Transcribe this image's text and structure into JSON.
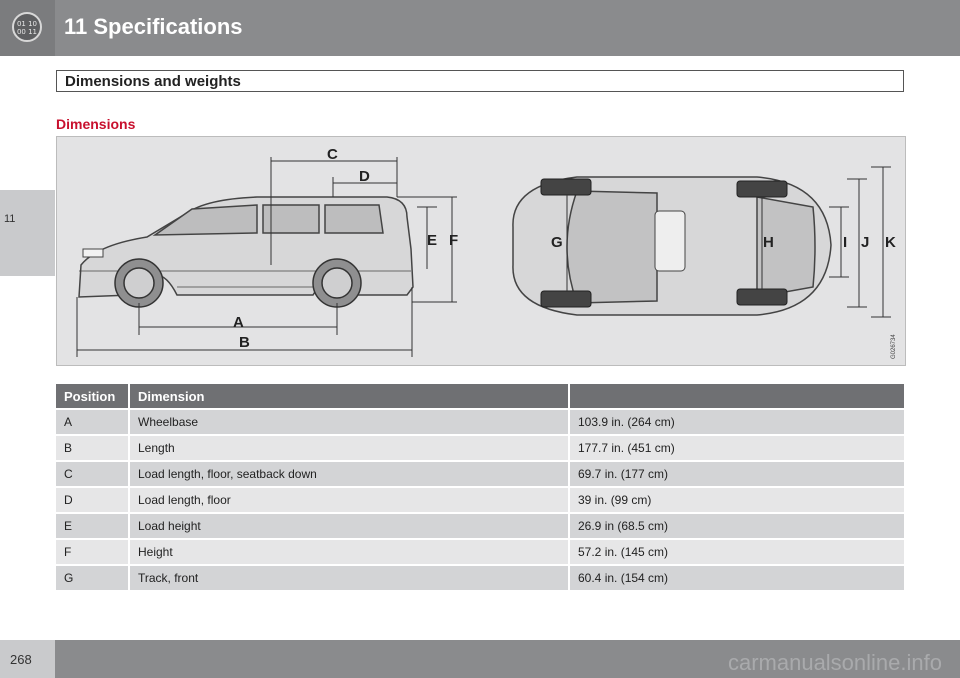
{
  "header": {
    "chapter_title": "11 Specifications",
    "icon_lines": [
      "01 10",
      "00 11"
    ]
  },
  "chapter_tab": "11",
  "section_title": "Dimensions and weights",
  "subsection_title": "Dimensions",
  "figure": {
    "labels": [
      "A",
      "B",
      "C",
      "D",
      "E",
      "F",
      "G",
      "H",
      "I",
      "J",
      "K"
    ],
    "figure_code": "G026734"
  },
  "table": {
    "headers": [
      "Position",
      "Dimension",
      ""
    ],
    "rows": [
      {
        "position": "A",
        "dimension": "Wheelbase",
        "value": "103.9 in. (264 cm)"
      },
      {
        "position": "B",
        "dimension": "Length",
        "value": "177.7 in. (451 cm)"
      },
      {
        "position": "C",
        "dimension": "Load length, floor, seatback down",
        "value": "69.7 in. (177 cm)"
      },
      {
        "position": "D",
        "dimension": "Load length, floor",
        "value": "39 in. (99 cm)"
      },
      {
        "position": "E",
        "dimension": "Load height",
        "value": "26.9 in (68.5 cm)"
      },
      {
        "position": "F",
        "dimension": "Height",
        "value": "57.2 in. (145 cm)"
      },
      {
        "position": "G",
        "dimension": "Track, front",
        "value": "60.4 in. (154 cm)"
      }
    ]
  },
  "page_number": "268",
  "watermark": "carmanualsonline.info",
  "colors": {
    "accent": "#c8102e",
    "header": "#8a8b8d",
    "table_header": "#6f7073"
  }
}
